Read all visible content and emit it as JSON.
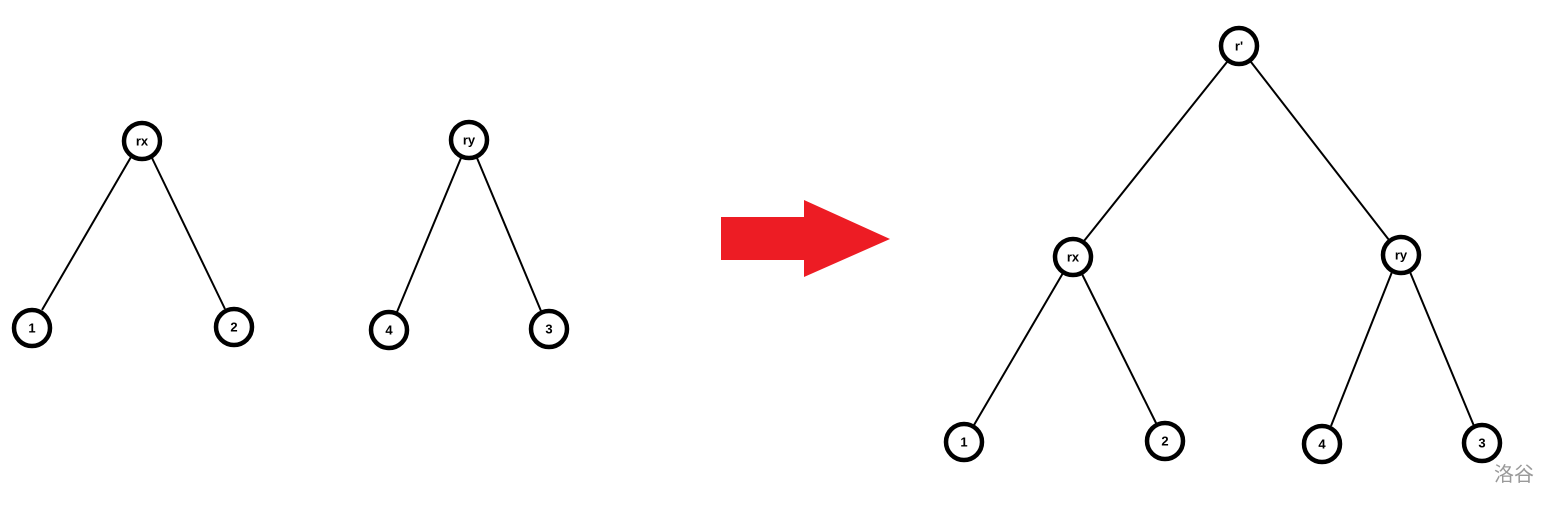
{
  "diagram": {
    "before": {
      "tree_rx": {
        "root": "rx",
        "left": "1",
        "right": "2"
      },
      "tree_ry": {
        "root": "ry",
        "left": "4",
        "right": "3"
      }
    },
    "arrow": {
      "color": "#ed1c24"
    },
    "after": {
      "root": "r'",
      "left_subtree": {
        "root": "rx",
        "left": "1",
        "right": "2"
      },
      "right_subtree": {
        "root": "ry",
        "left": "4",
        "right": "3"
      }
    }
  },
  "watermark": "洛谷"
}
